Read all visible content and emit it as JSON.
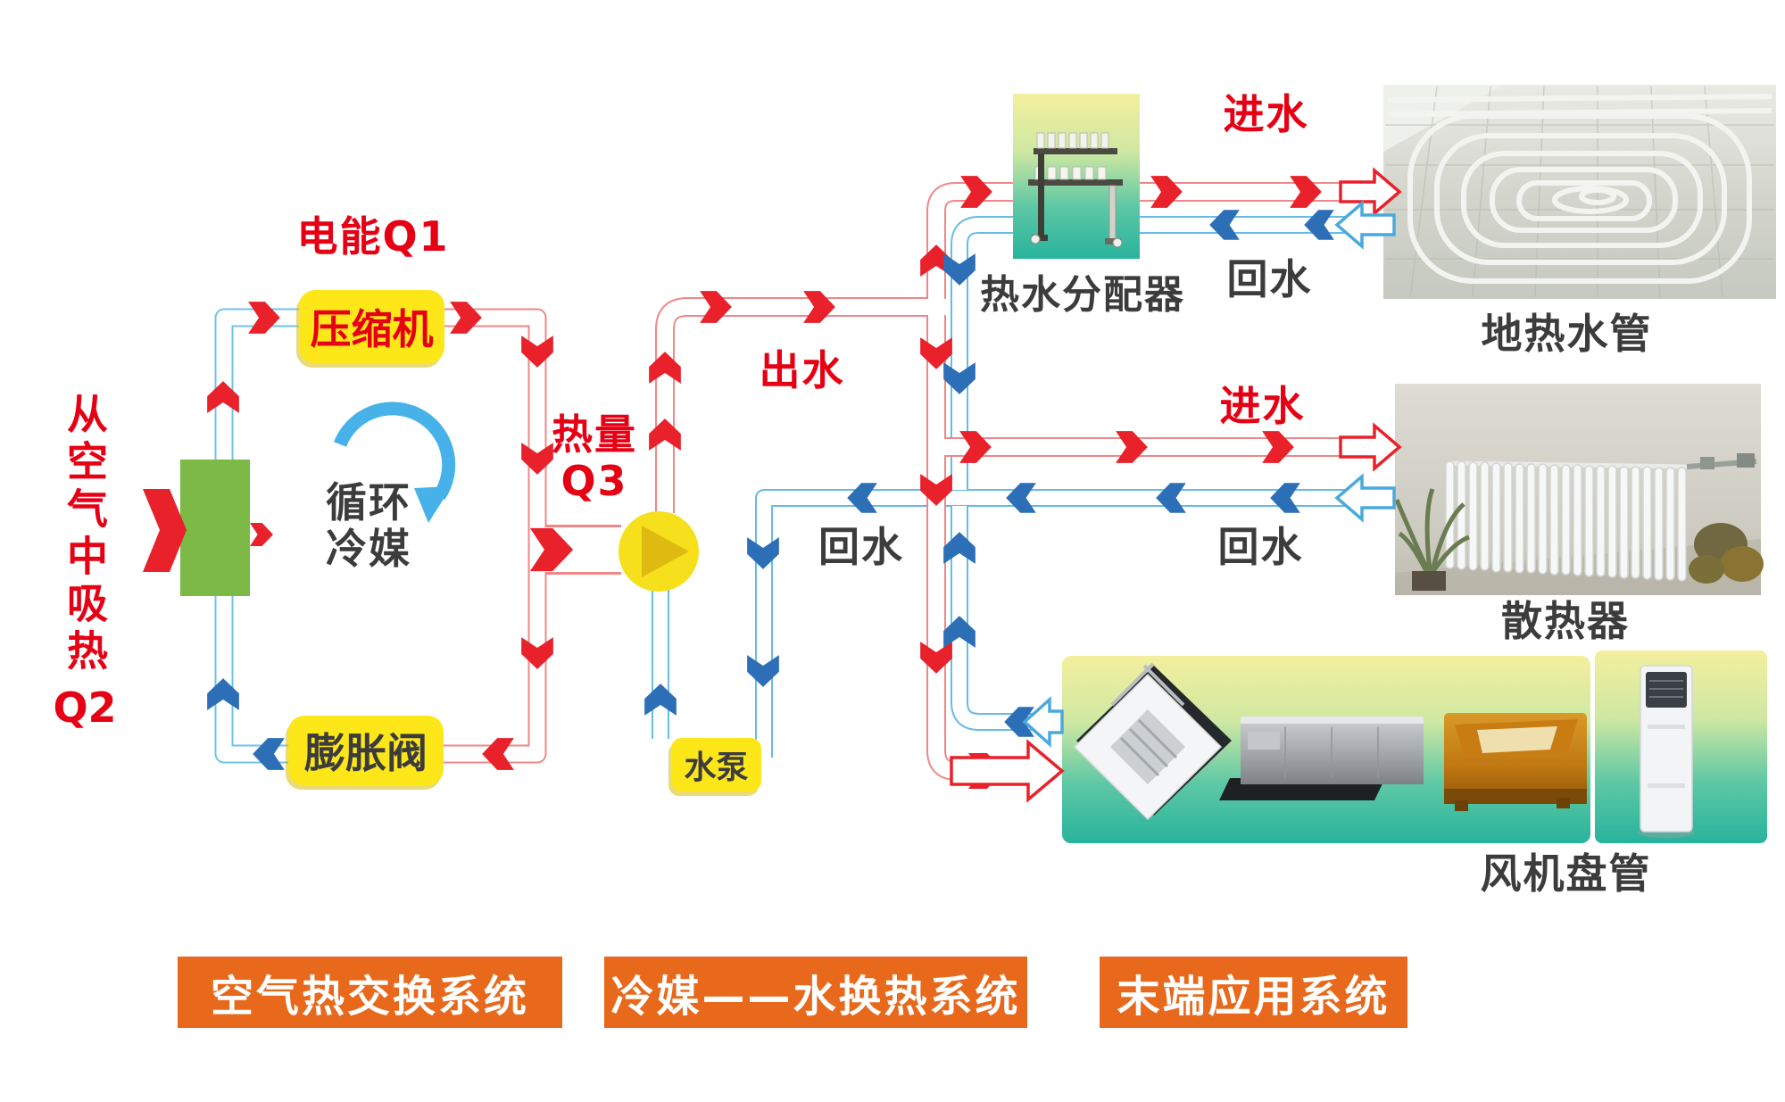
{
  "labels": {
    "electric": "电能Q1",
    "absorb": "从空气中吸热",
    "absorb_q": "Q2",
    "refrigerant": "循环\n冷媒",
    "heat": "热量\nQ3",
    "outlet": "出水",
    "inlet_floor": "进水",
    "return_floor": "回水",
    "inlet_radiator": "进水",
    "return_radiator": "回水",
    "return_pump": "回水"
  },
  "components": {
    "compressor": "压缩机",
    "expansion_valve": "膨胀阀",
    "water_pump": "水泵",
    "distributor": "热水分配器",
    "floor_pipe": "地热水管",
    "radiator": "散热器",
    "fan_coil": "风机盘管"
  },
  "banners": [
    {
      "label": "空气热交换系统"
    },
    {
      "label": "冷媒——水换热系统"
    },
    {
      "label": "末端应用系统"
    }
  ],
  "colors": {
    "hot_arrow": "#e8212b",
    "hot_pipe_wall": "#f08787",
    "cold_pipe_wall": "#66bbe8",
    "cold_arrow": "#2d6fb7",
    "component_yellow": "#fde719",
    "evaporator_green": "#7cb947",
    "pump_circle": "#f6e01c",
    "banner_orange": "#e8691b",
    "text_red": "#e60014",
    "text_dark": "#3c3c3c"
  }
}
